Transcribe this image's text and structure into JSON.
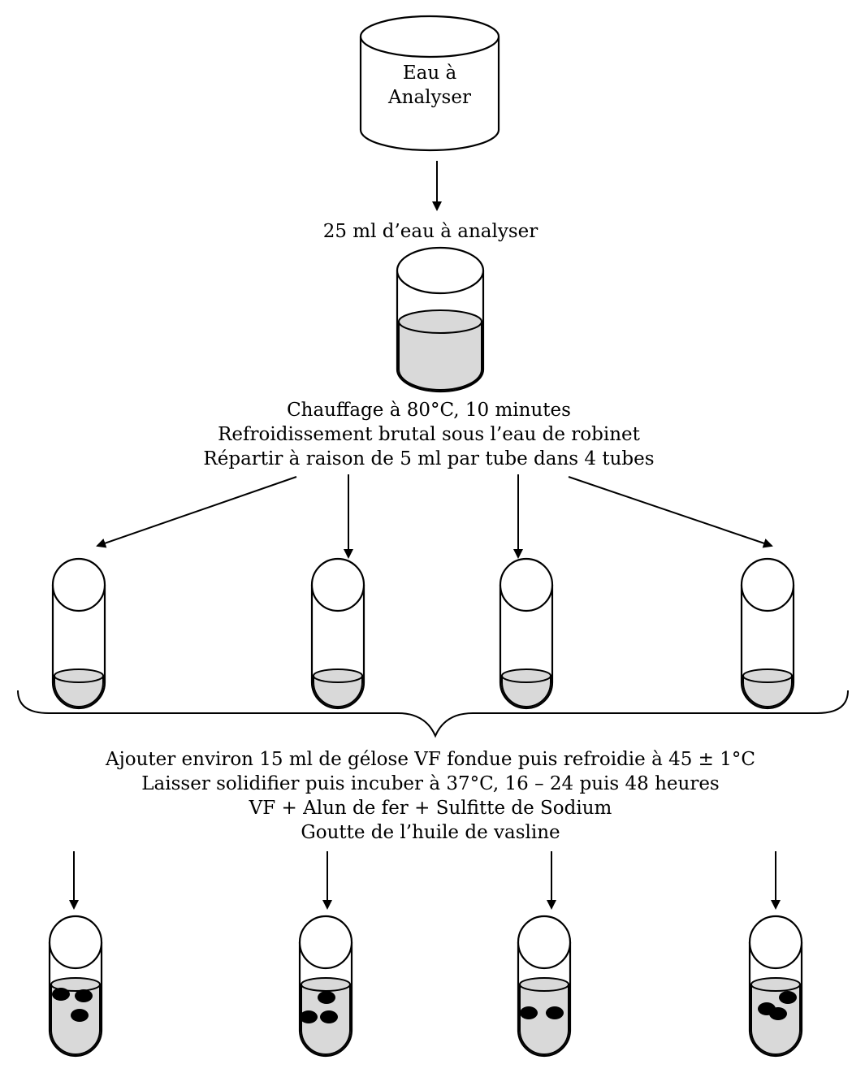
{
  "source": {
    "line1": "Eau à",
    "line2": "Analyser"
  },
  "step1": {
    "label": "25 ml d’eau à analyser"
  },
  "step2": {
    "lines": [
      "Chauffage à 80°C, 10 minutes",
      "Refroidissement brutal sous l’eau de robinet",
      "Répartir à raison de 5 ml par tube dans 4 tubes"
    ]
  },
  "step3": {
    "lines": [
      "Ajouter environ 15 ml de gélose VF fondue puis refroidie à 45 ± 1°C",
      "Laisser solidifier puis incuber à 37°C, 16 – 24 puis 48 heures",
      "VF + Alun de fer + Sulfitte de Sodium",
      "Goutte de l’huile de vasline"
    ]
  },
  "colors": {
    "liquid": "#d9d9d9",
    "stroke": "#000000",
    "colony": "#000000"
  }
}
